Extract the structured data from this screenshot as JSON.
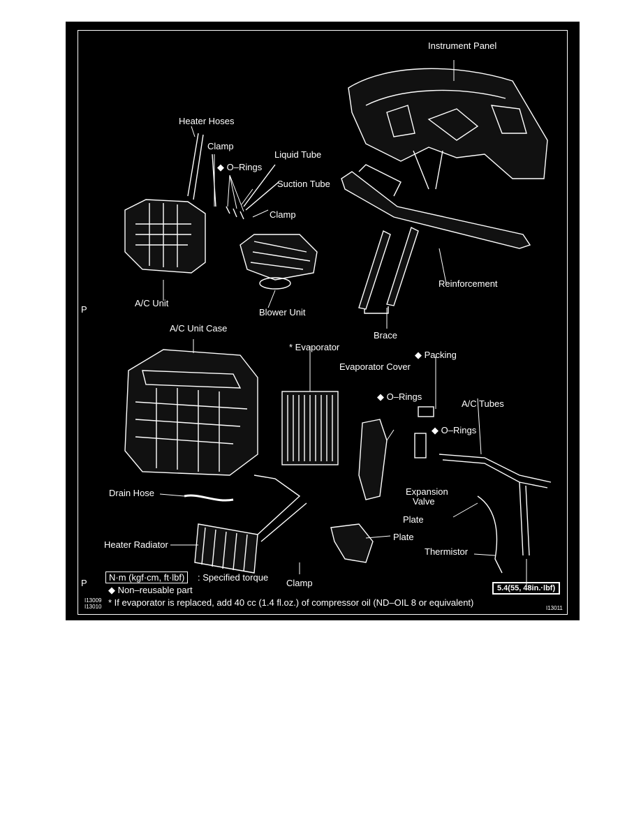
{
  "labels": {
    "instrument_panel": "Instrument Panel",
    "heater_hoses": "Heater Hoses",
    "clamp_top": "Clamp",
    "o_rings_top": "◆ O–Rings",
    "liquid_tube": "Liquid Tube",
    "suction_tube": "Suction Tube",
    "clamp_mid": "Clamp",
    "ac_unit": "A/C Unit",
    "blower_unit": "Blower Unit",
    "reinforcement": "Reinforcement",
    "brace": "Brace",
    "ac_unit_case": "A/C Unit Case",
    "evaporator": "* Evaporator",
    "packing": "◆ Packing",
    "evaporator_cover": "Evaporator Cover",
    "o_rings_mid": "◆ O–Rings",
    "ac_tubes": "A/C Tubes",
    "o_rings_right": "◆ O–Rings",
    "drain_hose": "Drain Hose",
    "expansion_valve_1": "Expansion",
    "expansion_valve_2": "Valve",
    "plate_right": "Plate",
    "plate_center": "Plate",
    "heater_radiator": "Heater Radiator",
    "thermistor": "Thermistor",
    "clamp_bottom": "Clamp",
    "page_mark_top": "P",
    "page_mark_bottom": "P"
  },
  "legend": {
    "torque_units": "N·m (kgf·cm, ft·lbf)",
    "torque_text": ": Specified torque",
    "non_reusable": "◆ Non–reusable part",
    "note": "* If evaporator is replaced, add 40 cc (1.4 fl.oz.) of compressor oil (ND–OIL 8 or equivalent)",
    "torque_value": "5.4(55, 48in.·lbf)"
  },
  "ref_codes": {
    "left_1": "I13009",
    "left_2": "I13010",
    "right": "I13011"
  }
}
